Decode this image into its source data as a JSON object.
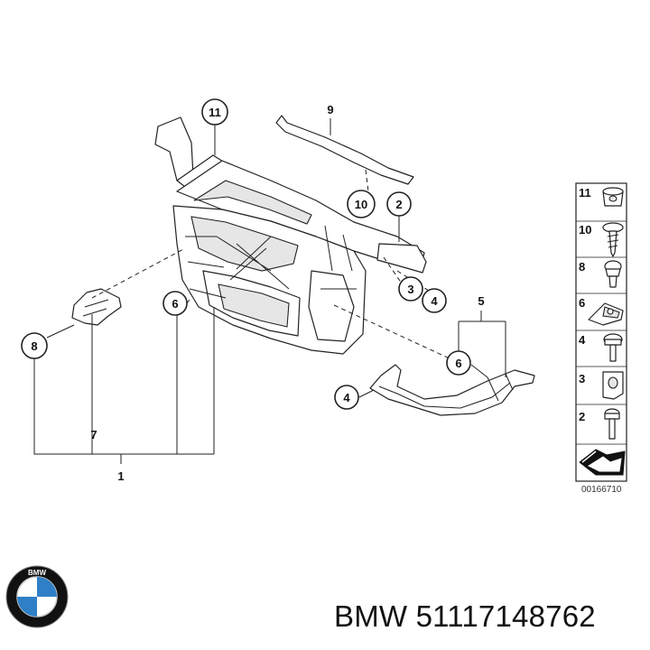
{
  "callouts": {
    "c11": "11",
    "c9": "9",
    "c10": "10",
    "c2": "2",
    "c3": "3",
    "c4a": "4",
    "c5": "5",
    "c6a": "6",
    "c6b": "6",
    "c4b": "4",
    "c8": "8",
    "c7": "7",
    "c1": "1"
  },
  "legend": {
    "items": [
      {
        "num": "11",
        "icon": "clip-nut-icon"
      },
      {
        "num": "10",
        "icon": "self-tapping-screw-icon"
      },
      {
        "num": "8",
        "icon": "expanding-rivet-icon"
      },
      {
        "num": "6",
        "icon": "spring-nut-icon"
      },
      {
        "num": "4",
        "icon": "hex-bolt-icon"
      },
      {
        "num": "3",
        "icon": "cage-nut-icon"
      },
      {
        "num": "2",
        "icon": "hex-screw-icon"
      }
    ],
    "drawing_id": "00166710"
  },
  "brand": {
    "logo_letters": "BMW",
    "part_label": "BMW 51117148762"
  },
  "colors": {
    "line": "#222222",
    "logo_blue": "#2f7fc6",
    "logo_ring": "#111111"
  }
}
